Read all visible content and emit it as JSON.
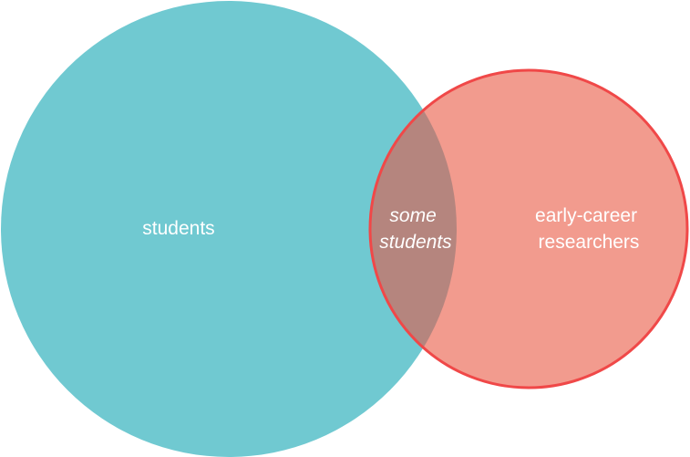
{
  "diagram": {
    "type": "venn",
    "sets": [
      {
        "id": "students",
        "label_lines": [
          "students"
        ],
        "fill": "#70c9d1",
        "stroke": "none"
      },
      {
        "id": "early-career-researchers",
        "label_lines": [
          "early-career",
          "researchers"
        ],
        "fill": "#f29b8e",
        "stroke": "#f04848"
      }
    ],
    "intersection": {
      "label_lines": [
        "some",
        "students"
      ],
      "fill": "#b5857e",
      "italic": true
    },
    "label_color": "#ffffff",
    "background": "#ffffff"
  }
}
